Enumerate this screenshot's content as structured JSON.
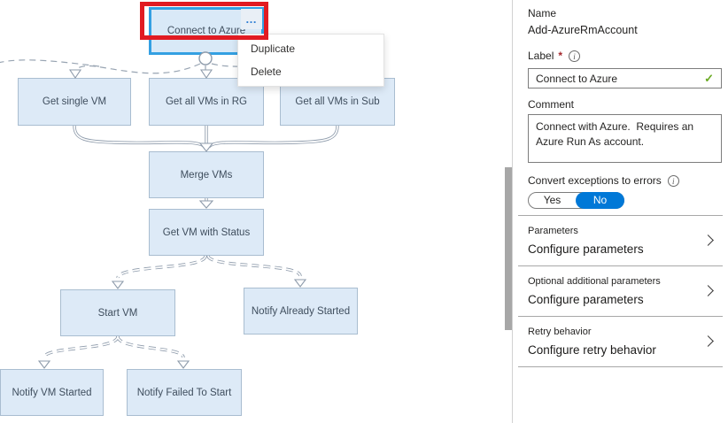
{
  "canvas": {
    "nodes": [
      {
        "label": "Connect to Azure"
      },
      {
        "label": "Get single VM"
      },
      {
        "label": "Get all VMs in RG"
      },
      {
        "label": "Get all VMs in Sub"
      },
      {
        "label": "Merge VMs"
      },
      {
        "label": "Get VM with Status"
      },
      {
        "label": "Start VM"
      },
      {
        "label": "Notify Already Started"
      },
      {
        "label": "Notify VM Started"
      },
      {
        "label": "Notify Failed To Start"
      }
    ],
    "ellipsis_glyph": "…",
    "context_menu": {
      "items": [
        {
          "label": "Duplicate"
        },
        {
          "label": "Delete"
        }
      ]
    }
  },
  "panel": {
    "name_label": "Name",
    "name_value": "Add-AzureRmAccount",
    "label_field": {
      "label": "Label",
      "required_mark": "*",
      "info_glyph": "i",
      "value": "Connect to Azure",
      "valid_glyph": "✓"
    },
    "comment_field": {
      "label": "Comment",
      "value": "Connect with Azure.  Requires an Azure Run As account."
    },
    "convert_exceptions": {
      "label": "Convert exceptions to errors",
      "info_glyph": "i",
      "options": [
        "Yes",
        "No"
      ],
      "selected": "No"
    },
    "sections": [
      {
        "title": "Parameters",
        "action": "Configure parameters"
      },
      {
        "title": "Optional additional parameters",
        "action": "Configure parameters"
      },
      {
        "title": "Retry behavior",
        "action": "Configure retry behavior"
      }
    ]
  },
  "colors": {
    "accent_blue": "#0078d7",
    "selection_blue": "#34a0e2",
    "annotation_red": "#e11b22",
    "node_fill": "#ddeaf7",
    "node_border": "#a9bdd0",
    "link_gray": "#8e9bab",
    "valid_green": "#6aaa23"
  }
}
